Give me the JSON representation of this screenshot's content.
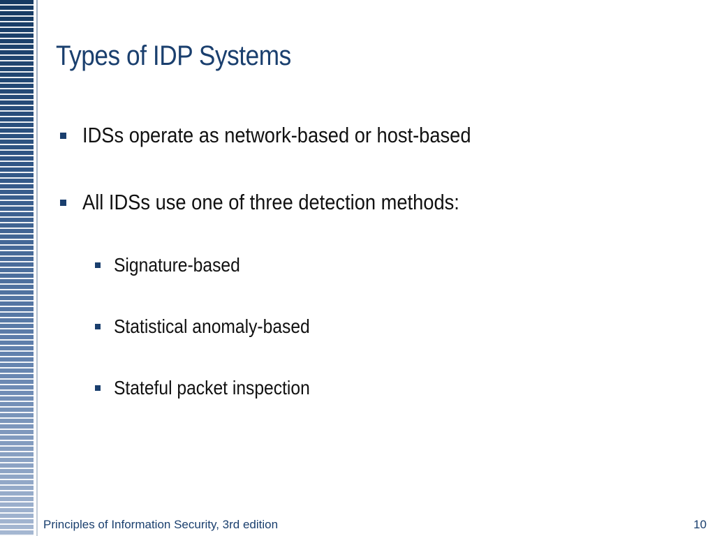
{
  "slide": {
    "title": "Types of IDP Systems",
    "bullets": [
      {
        "level": 1,
        "text": "IDSs operate as network-based or host-based"
      },
      {
        "level": 1,
        "text": "All IDSs use one of three detection methods:"
      },
      {
        "level": 2,
        "text": "Signature-based"
      },
      {
        "level": 2,
        "text": "Statistical anomaly-based"
      },
      {
        "level": 2,
        "text": "Stateful packet inspection"
      }
    ],
    "footer": "Principles of Information Security, 3rd edition",
    "page_number": "10"
  },
  "colors": {
    "title": "#1a3f6e",
    "bullet_marker": "#1a3f6e",
    "body_text": "#111111",
    "side_band_top": "#163a62",
    "side_band_bottom": "#a6b8d2"
  },
  "icons": {
    "bullet": "square-bullet-icon",
    "sub_bullet": "square-bullet-icon"
  }
}
